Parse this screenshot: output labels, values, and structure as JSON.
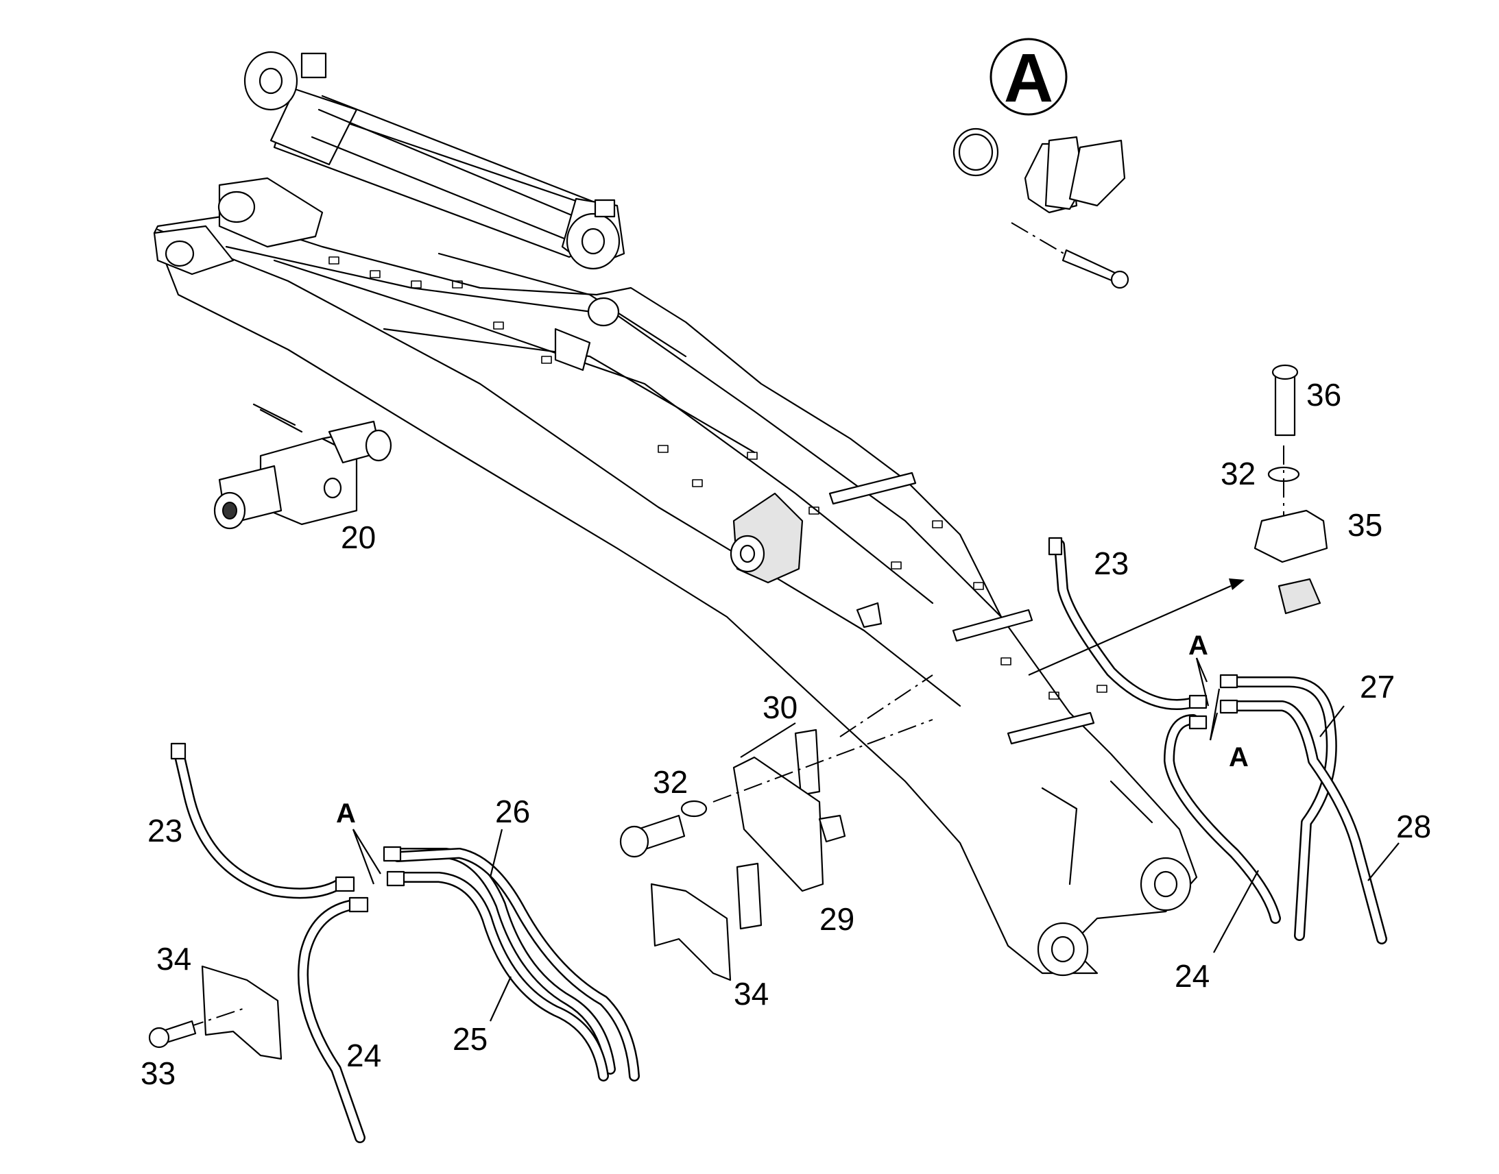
{
  "detail_marker": {
    "letter": "A"
  },
  "callouts": [
    {
      "id": "c20",
      "text": "20"
    },
    {
      "id": "c23_left",
      "text": "23"
    },
    {
      "id": "c23_right",
      "text": "23"
    },
    {
      "id": "c24_left",
      "text": "24"
    },
    {
      "id": "c24_right",
      "text": "24"
    },
    {
      "id": "c25",
      "text": "25"
    },
    {
      "id": "c26",
      "text": "26"
    },
    {
      "id": "c27",
      "text": "27"
    },
    {
      "id": "c28",
      "text": "28"
    },
    {
      "id": "c29",
      "text": "29"
    },
    {
      "id": "c30",
      "text": "30"
    },
    {
      "id": "c32_left",
      "text": "32"
    },
    {
      "id": "c32_right",
      "text": "32"
    },
    {
      "id": "c33",
      "text": "33"
    },
    {
      "id": "c34_left",
      "text": "34"
    },
    {
      "id": "c34_mid",
      "text": "34"
    },
    {
      "id": "c35",
      "text": "35"
    },
    {
      "id": "c36",
      "text": "36"
    }
  ],
  "connection_labels": [
    {
      "id": "a_left",
      "text": "A"
    },
    {
      "id": "a_right_top",
      "text": "A"
    },
    {
      "id": "a_right_bottom",
      "text": "A"
    }
  ]
}
